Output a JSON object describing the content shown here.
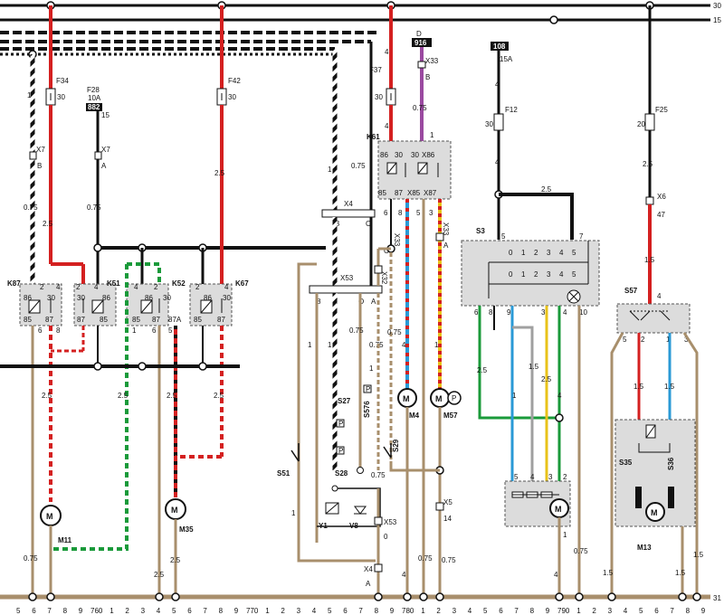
{
  "bus": {
    "b30": "30",
    "b15": "15",
    "b31": "31"
  },
  "fuses": {
    "f34": "F34",
    "f34_a": "30",
    "f28": "F28",
    "f28_rating": "10A",
    "f28_code": "882",
    "f28_a": "15",
    "f42": "F42",
    "f42_a": "30",
    "f37": "F37",
    "f37_a": "30",
    "f12": "F12",
    "f12_a": "30",
    "f25": "F25",
    "f25_a": "20",
    "d": "D",
    "d_code": "916",
    "s108": "108",
    "s15a": "15A"
  },
  "relays": {
    "k87": "K87",
    "k51": "K51",
    "k52": "K52",
    "k67": "K67",
    "k61": "K61",
    "p86": "86",
    "p30": "30",
    "p85": "85",
    "p87": "87",
    "p87a": "87A",
    "p2": "2",
    "p4": "4",
    "p6": "6",
    "p8": "8",
    "p5": "5",
    "p1": "1",
    "p3": "3",
    "x86": "X86",
    "x87": "X87",
    "x85": "X85"
  },
  "connectors": {
    "x7": "X7",
    "x4": "X4",
    "x53": "X53",
    "x33": "X33",
    "x32": "X32",
    "x5": "X5",
    "x6": "X6",
    "a": "A",
    "b": "B",
    "c": "C",
    "e": "E",
    "o": "O",
    "n47": "47",
    "n14": "14",
    "n0": "0"
  },
  "components": {
    "m11": "M11",
    "m35": "M35",
    "m4": "M4",
    "m57": "M57",
    "m13": "M13",
    "s27": "S27",
    "s28": "S28",
    "s51": "S51",
    "s576": "S576",
    "s29": "S29",
    "s3": "S3",
    "s57": "S57",
    "s35": "S35",
    "s36": "S36",
    "y1": "Y1",
    "v8": "V8",
    "m": "M",
    "p": "P"
  },
  "wire_sizes": {
    "w0_75": "0.75",
    "w1": "1",
    "w1_5": "1.5",
    "w2_5": "2.5",
    "w4": "4"
  },
  "switch_s3": {
    "row_top": [
      "0",
      "1",
      "2",
      "3",
      "4",
      "5"
    ],
    "row_bottom": [
      "0",
      "1",
      "2",
      "3",
      "4",
      "5"
    ],
    "pins_top": [
      "5",
      "7"
    ],
    "pins_bottom": [
      "6",
      "8",
      "9",
      "3",
      "4",
      "10"
    ],
    "motor_pins": [
      "5",
      "4",
      "3",
      "2"
    ]
  },
  "ground_numbers": [
    "5",
    "6",
    "7",
    "8",
    "9",
    "760",
    "1",
    "2",
    "3",
    "4",
    "5",
    "6",
    "7",
    "8",
    "9",
    "770",
    "1",
    "2",
    "3",
    "4",
    "5",
    "6",
    "7",
    "8",
    "9",
    "780",
    "1",
    "2",
    "3",
    "4",
    "5",
    "6",
    "7",
    "8",
    "9",
    "790",
    "1",
    "2",
    "3",
    "4",
    "5",
    "6",
    "7",
    "8",
    "9"
  ],
  "colors": {
    "red": "#d42020",
    "black": "#111111",
    "brown": "#a88f6c",
    "green": "#1a9a3a",
    "blue": "#2a9ad6",
    "violet": "#9a4aa0",
    "yellow": "#e8c21a",
    "grey": "#a0a0a0",
    "box_fill": "#dcdcdc"
  }
}
